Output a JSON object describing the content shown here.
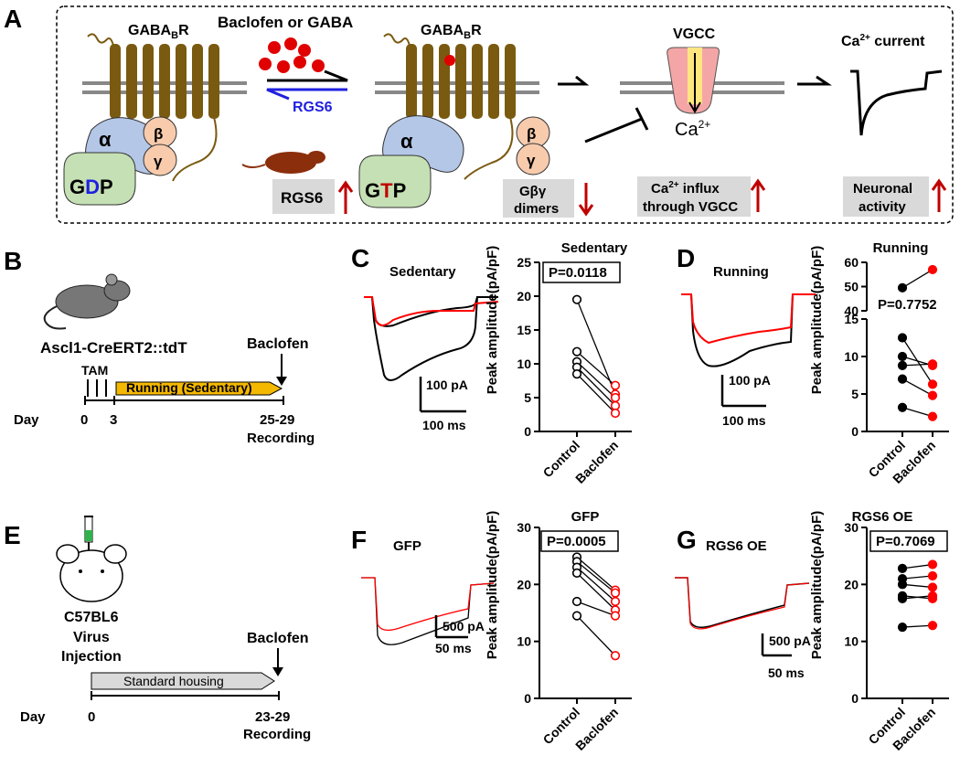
{
  "panel_labels": {
    "A": "A",
    "B": "B",
    "C": "C",
    "D": "D",
    "E": "E",
    "F": "F",
    "G": "G"
  },
  "panel_a": {
    "receptor_pre": "GABA",
    "receptor_sub": "B",
    "receptor_post": "R",
    "ligand_label": "Baclofen or GABA",
    "rgs6_arrow_label": "RGS6",
    "alpha": "α",
    "beta": "β",
    "gamma": "γ",
    "gdp": {
      "g": "G",
      "d": "D",
      "p": "P"
    },
    "gtp": {
      "g": "G",
      "t": "T",
      "p": "P"
    },
    "vgcc": "VGCC",
    "ca_ion": "Ca",
    "ca_sup": "2+",
    "ca_current_pre": "Ca",
    "ca_current_sup": "2+",
    "ca_current_post": " current",
    "box_rgs6": "RGS6",
    "box_gbg_1": "Gβγ",
    "box_gbg_2": "dimers",
    "box_influx_1_pre": "Ca",
    "box_influx_1_sup": "2+",
    "box_influx_1_post": " influx",
    "box_influx_2": "through VGCC",
    "box_neuro_1": "Neuronal",
    "box_neuro_2": "activity",
    "colors": {
      "receptor": "#7a5a10",
      "alpha": "#b4c7e7",
      "betagamma": "#f8cbad",
      "gdp": "#c5e0b4",
      "accent_red": "#c00000",
      "blue": "#2020e0",
      "channel_pink": "#f4a6a6",
      "channel_yellow": "#ffe680",
      "ligand": "#e00000",
      "box_gray": "#d9d9d9",
      "mouse": "#8b2e0b"
    }
  },
  "panel_b": {
    "mouse_label": "Ascl1-CreERT2::tdT",
    "tam": "TAM",
    "bar_label": "Running (Sedentary)",
    "drug": "Baclofen",
    "day": "Day",
    "ticks": [
      "0",
      "3",
      "25-29"
    ],
    "recording": "Recording"
  },
  "panel_e": {
    "mouse_label": "C57BL6",
    "virus_1": "Virus",
    "virus_2": "Injection",
    "bar_label": "Standard housing",
    "drug": "Baclofen",
    "day": "Day",
    "ticks": [
      "0",
      "23-29"
    ],
    "recording": "Recording"
  },
  "traces": {
    "C": {
      "title": "Sedentary",
      "scale_y": "100 pA",
      "scale_x": "100 ms"
    },
    "D": {
      "title": "Running",
      "scale_y": "100 pA",
      "scale_x": "100 ms"
    },
    "F": {
      "title": "GFP",
      "scale_y": "500 pA",
      "scale_x": "50 ms"
    },
    "G": {
      "title": "RGS6 OE",
      "scale_y": "500 pA",
      "scale_x": "50 ms"
    }
  },
  "chart_data": [
    {
      "panel": "C",
      "type": "scatter",
      "title": "Sedentary",
      "p_value": "P=0.0118",
      "ylabel": "Peak amplitude(pA/pF)",
      "categories": [
        "Control",
        "Baclofen"
      ],
      "ylim": [
        0,
        25
      ],
      "yticks": [
        "0",
        "5",
        "10",
        "15",
        "20",
        "25"
      ],
      "series": [
        {
          "name": "Control",
          "color": "#000000",
          "filled": false,
          "values": [
            19.5,
            11.8,
            10.3,
            9.5,
            8.5
          ]
        },
        {
          "name": "Baclofen",
          "color": "#ff0000",
          "filled": false,
          "values": [
            5.5,
            6.8,
            5.0,
            3.8,
            2.7
          ]
        }
      ]
    },
    {
      "panel": "D",
      "type": "scatter",
      "title": "Running",
      "p_value": "P=0.7752",
      "ylabel": "Peak amplitude(pA/pF)",
      "categories": [
        "Control",
        "Baclofen"
      ],
      "ylim": [
        0,
        60
      ],
      "y_break": [
        15,
        40
      ],
      "yticks": [
        "0",
        "5",
        "10",
        "15",
        "40",
        "50",
        "60"
      ],
      "series": [
        {
          "name": "Control",
          "color": "#000000",
          "filled": true,
          "values": [
            49.5,
            12.5,
            10.0,
            8.8,
            7.0,
            3.2
          ]
        },
        {
          "name": "Baclofen",
          "color": "#ff0000",
          "filled": true,
          "values": [
            57.0,
            6.3,
            8.8,
            9.0,
            4.8,
            2.0
          ]
        }
      ]
    },
    {
      "panel": "F",
      "type": "scatter",
      "title": "GFP",
      "p_value": "P=0.0005",
      "ylabel": "Peak amplitude(pA/pF)",
      "categories": [
        "Control",
        "Baclofen"
      ],
      "ylim": [
        0,
        30
      ],
      "yticks": [
        "0",
        "10",
        "20",
        "30"
      ],
      "series": [
        {
          "name": "Control",
          "color": "#000000",
          "filled": false,
          "values": [
            24.8,
            24.0,
            23.0,
            22.0,
            17.0,
            14.5
          ]
        },
        {
          "name": "Baclofen",
          "color": "#ff0000",
          "filled": false,
          "values": [
            19.0,
            18.5,
            17.0,
            15.5,
            14.5,
            7.5
          ]
        }
      ]
    },
    {
      "panel": "G",
      "type": "scatter",
      "title": "RGS6 OE",
      "p_value": "P=0.7069",
      "ylabel": "Peak amplitude(pA/pF)",
      "categories": [
        "Control",
        "Baclofen"
      ],
      "ylim": [
        0,
        30
      ],
      "yticks": [
        "0",
        "10",
        "20",
        "30"
      ],
      "series": [
        {
          "name": "Control",
          "color": "#000000",
          "filled": true,
          "values": [
            22.8,
            21.0,
            20.0,
            18.0,
            17.5,
            12.5
          ]
        },
        {
          "name": "Baclofen",
          "color": "#ff0000",
          "filled": true,
          "values": [
            23.5,
            21.5,
            19.5,
            17.5,
            18.0,
            12.8
          ]
        }
      ]
    }
  ]
}
